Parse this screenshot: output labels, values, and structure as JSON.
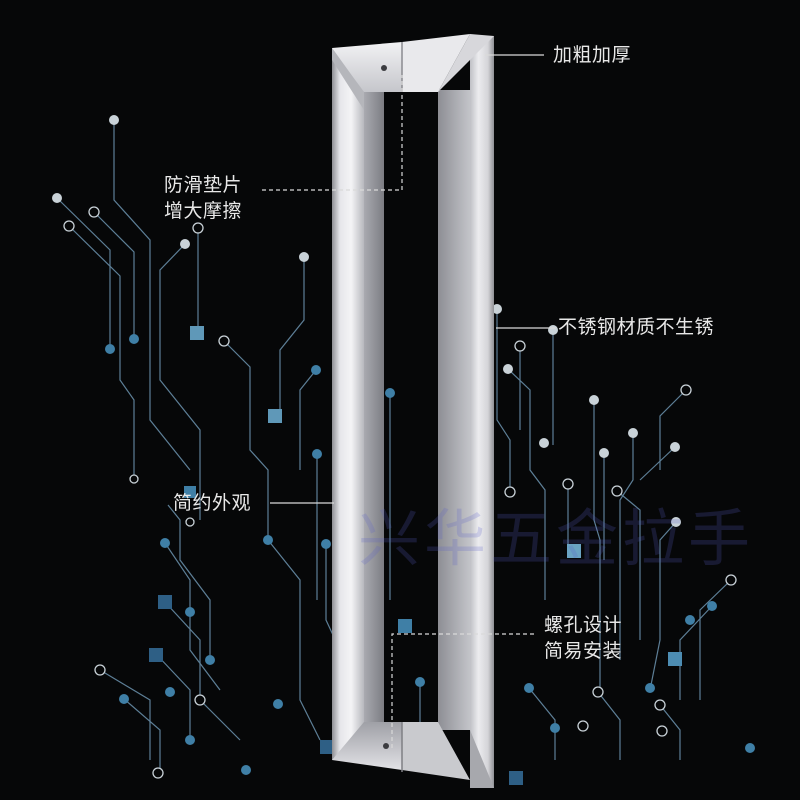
{
  "callouts": {
    "thicken": "加粗加厚",
    "antislip_line1": "防滑垫片",
    "antislip_line2": "增大摩擦",
    "stainless": "不锈钢材质不生锈",
    "simple": "简约外观",
    "screw_line1": "螺孔设计",
    "screw_line2": "简易安装"
  },
  "watermark": "兴华五金拉手",
  "colors": {
    "background": "#060708",
    "circuit_line": "#5d7f97",
    "circuit_node_light": "#c9d2d8",
    "circuit_node_blue": "#3f7fa6",
    "handle_steel": "#d9d9dd",
    "callout_text": "#e8e8e8"
  }
}
